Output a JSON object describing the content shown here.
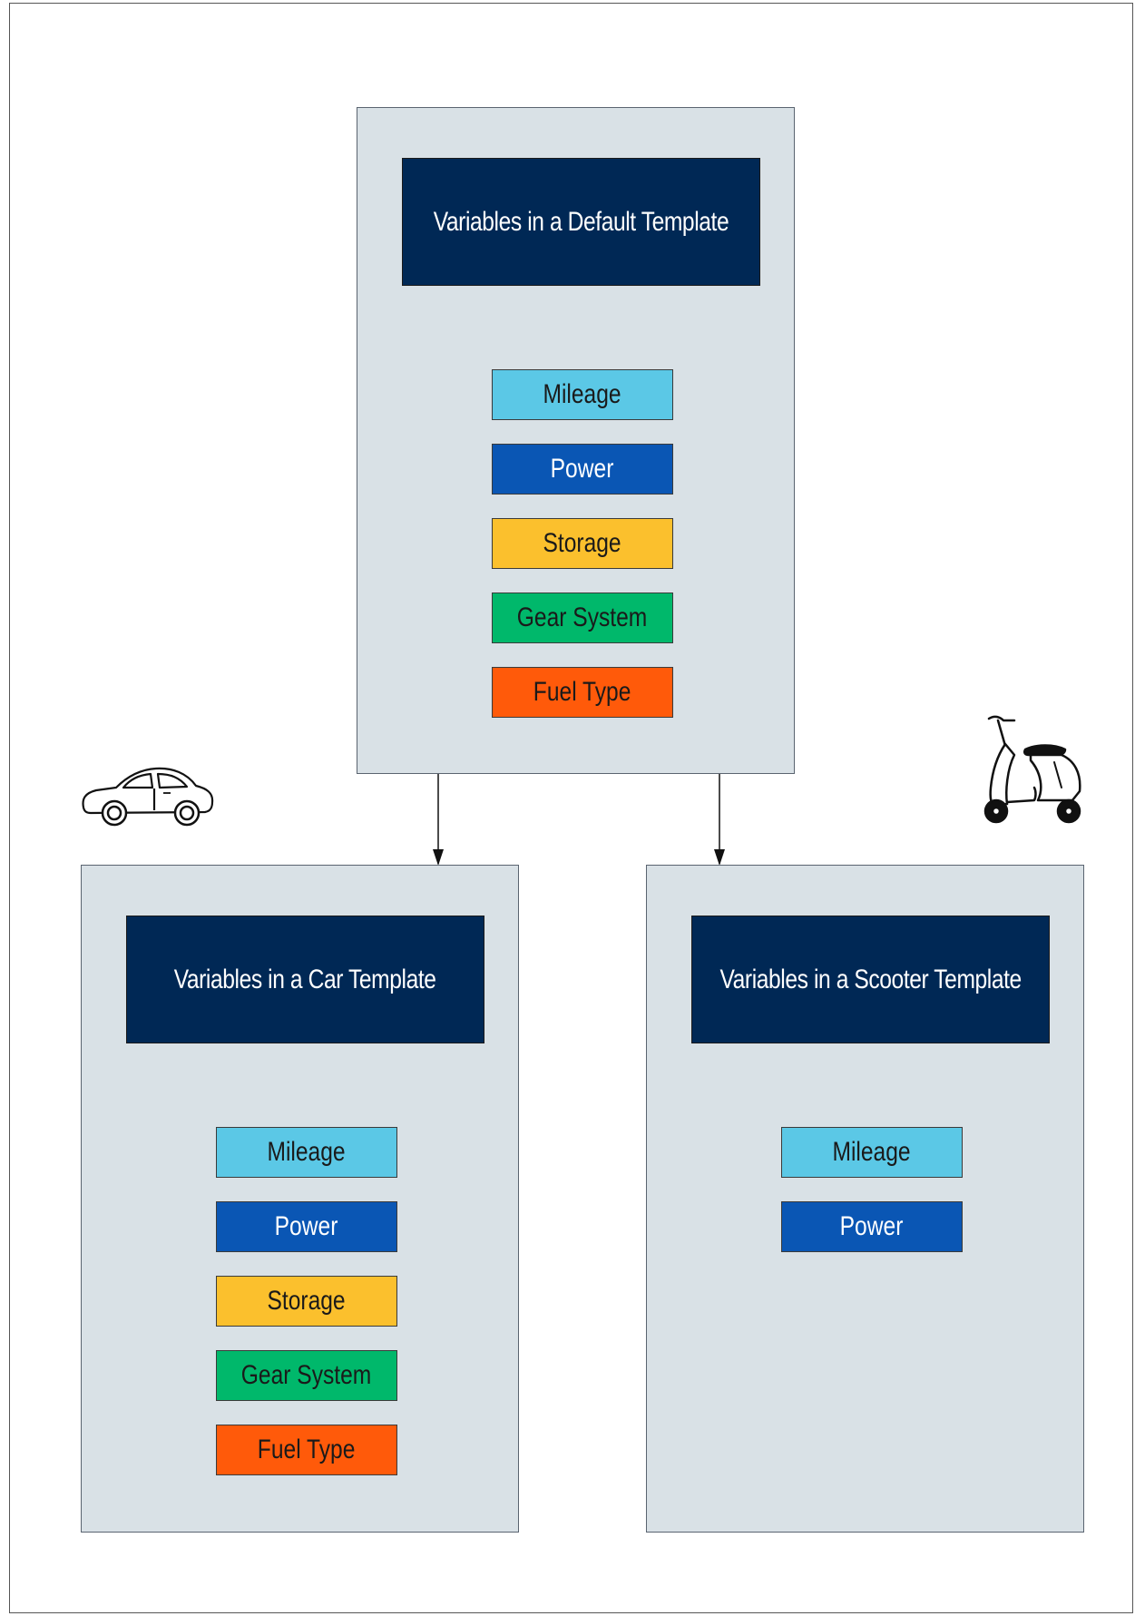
{
  "colors": {
    "panel_bg": "#d9e1e6",
    "header_bg": "#002855",
    "mileage": "#5bc8e6",
    "power": "#0a56b4",
    "storage": "#fbc02d",
    "gear_system": "#00b86b",
    "fuel_type": "#ff5a0a"
  },
  "default_template": {
    "title": "Variables in a Default Template",
    "variables": [
      "Mileage",
      "Power",
      "Storage",
      "Gear System",
      "Fuel Type"
    ]
  },
  "car_template": {
    "icon": "car-icon",
    "title": "Variables in a Car Template",
    "variables": [
      "Mileage",
      "Power",
      "Storage",
      "Gear System",
      "Fuel Type"
    ]
  },
  "scooter_template": {
    "icon": "scooter-icon",
    "title": "Variables in a Scooter Template",
    "variables": [
      "Mileage",
      "Power"
    ]
  }
}
